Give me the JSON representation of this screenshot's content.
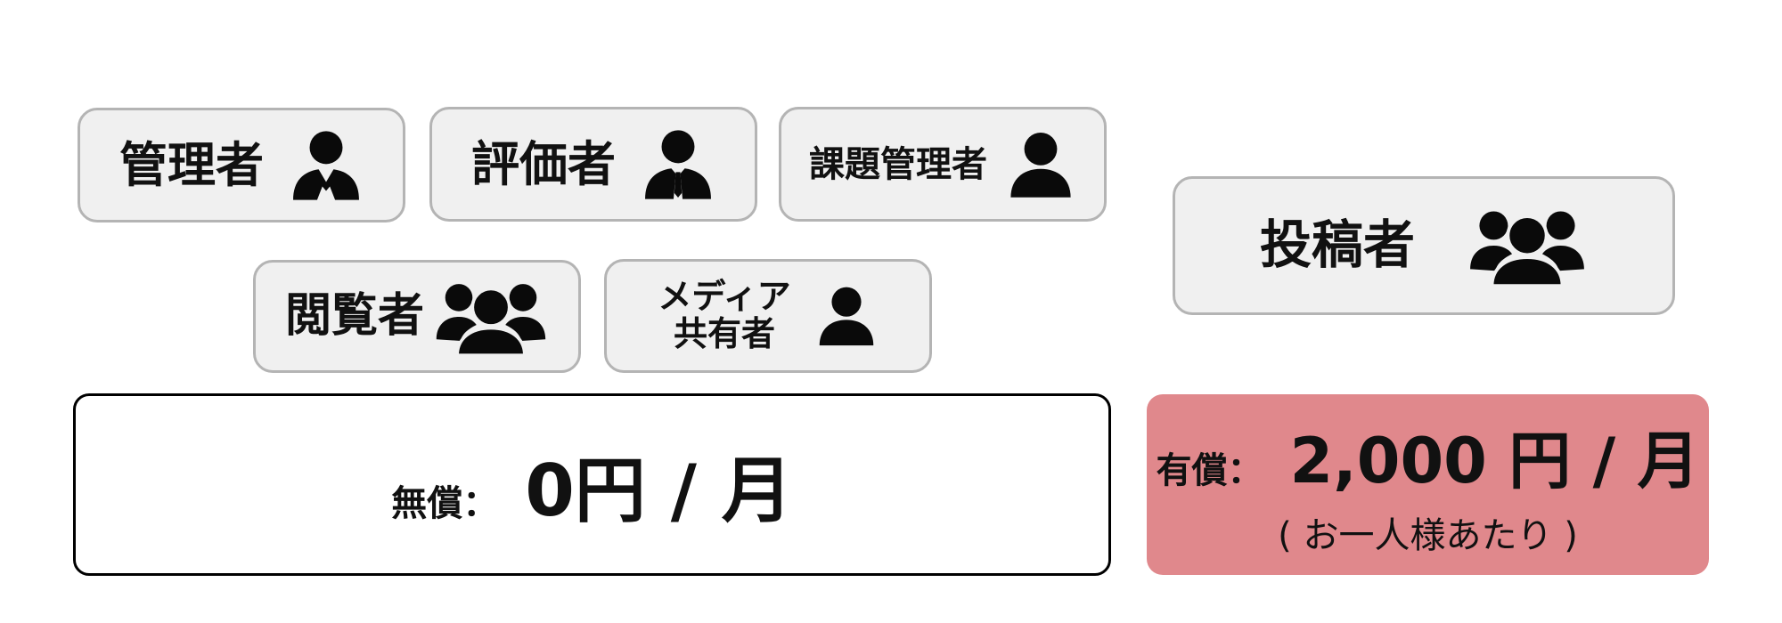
{
  "roles": [
    {
      "label": "管理者",
      "icon": "person-suit-icon"
    },
    {
      "label": "評価者",
      "icon": "person-tie-icon"
    },
    {
      "label": "課題管理者",
      "icon": "person-icon"
    },
    {
      "label": "閲覧者",
      "icon": "group-icon"
    },
    {
      "label_lines": [
        "メディア",
        "共有者"
      ],
      "icon": "person-icon"
    },
    {
      "label": "投稿者",
      "icon": "group-icon"
    }
  ],
  "pricing": {
    "free": {
      "prefix": "無償：",
      "value": "0円 / 月"
    },
    "paid": {
      "prefix": "有償：",
      "value": "2,000 円 / 月",
      "note": "( お一人様あたり )"
    }
  },
  "colors": {
    "card_background": "#f0f0f0",
    "card_border": "#b4b4b4",
    "paid_background": "#e0888c",
    "free_border": "#000000"
  }
}
